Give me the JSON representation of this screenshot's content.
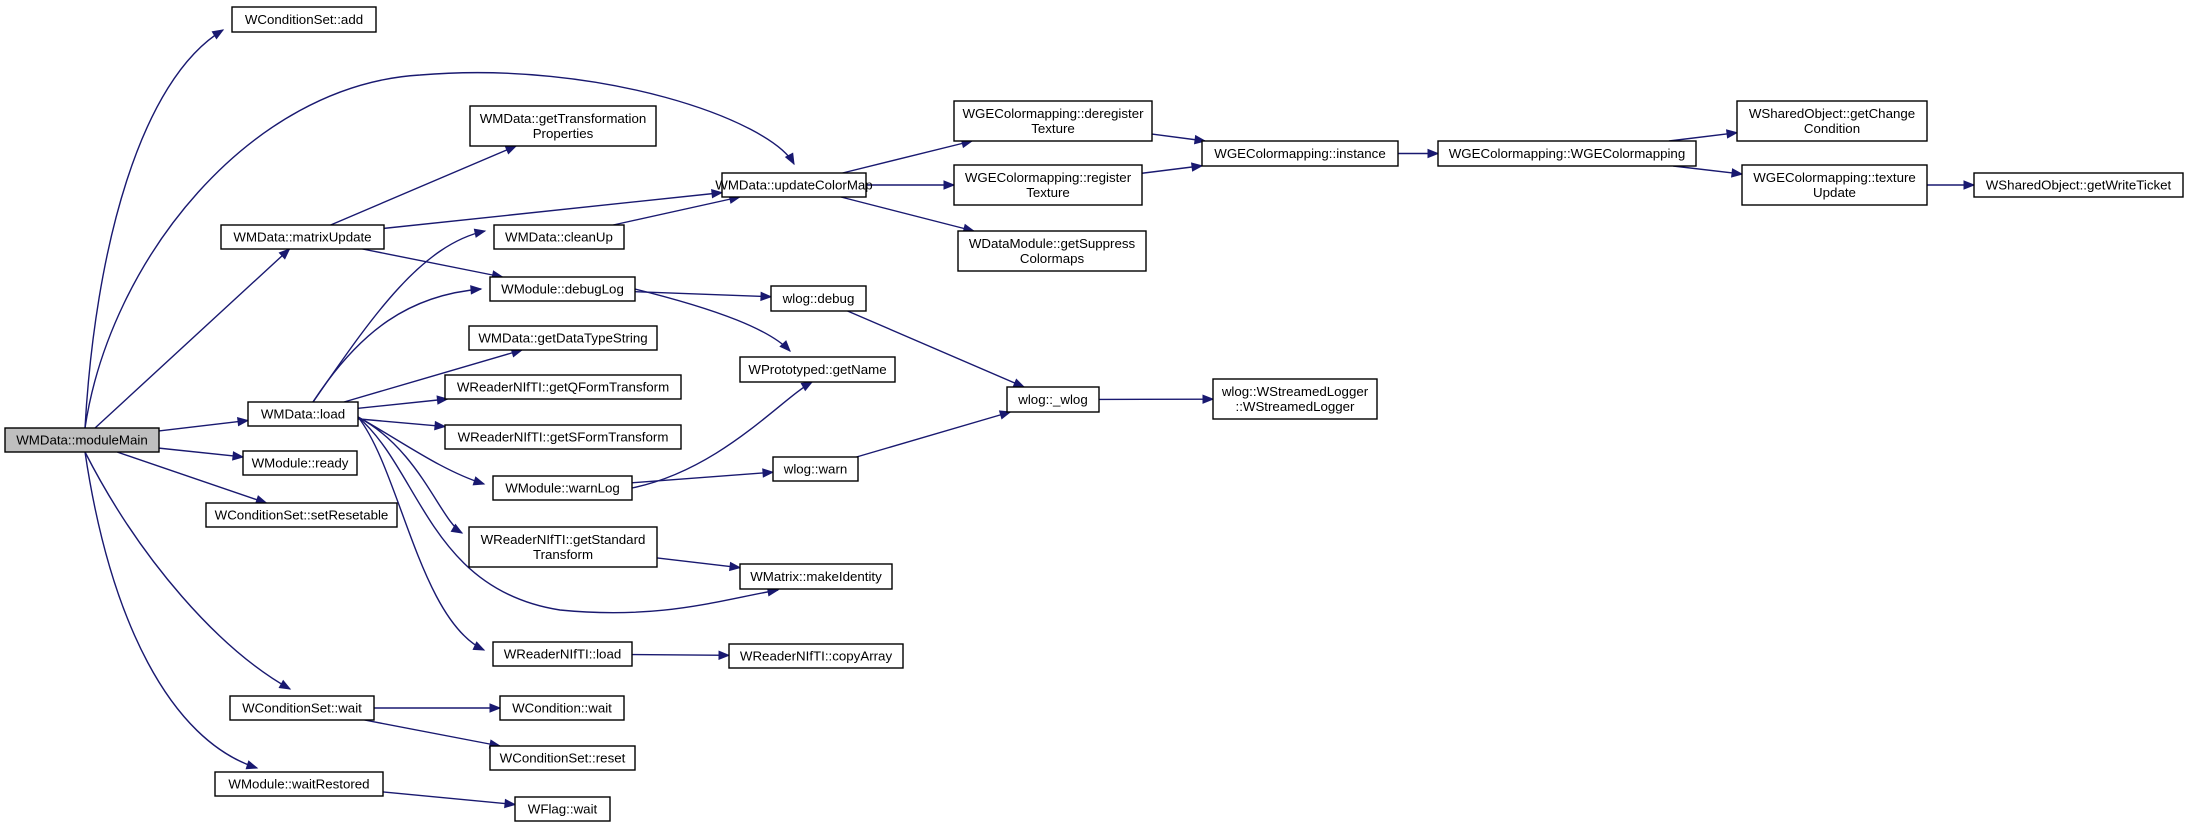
{
  "diagram": {
    "nodes": [
      {
        "id": "n0",
        "lines": [
          "WMData::moduleMain"
        ]
      },
      {
        "id": "n1",
        "lines": [
          "WConditionSet::add"
        ]
      },
      {
        "id": "n2",
        "lines": [
          "WMData::load"
        ]
      },
      {
        "id": "n3",
        "lines": [
          "WMData::matrixUpdate"
        ]
      },
      {
        "id": "n4",
        "lines": [
          "WMData::updateColorMap"
        ]
      },
      {
        "id": "n5",
        "lines": [
          "WModule::ready"
        ]
      },
      {
        "id": "n6",
        "lines": [
          "WConditionSet::setResetable"
        ]
      },
      {
        "id": "n7",
        "lines": [
          "WConditionSet::wait"
        ]
      },
      {
        "id": "n8",
        "lines": [
          "WModule::waitRestored"
        ]
      },
      {
        "id": "n9",
        "lines": [
          "WMData::cleanUp"
        ]
      },
      {
        "id": "n10",
        "lines": [
          "WModule::debugLog"
        ]
      },
      {
        "id": "n11",
        "lines": [
          "WMData::getDataTypeString"
        ]
      },
      {
        "id": "n12",
        "lines": [
          "WReaderNIfTI::getQFormTransform"
        ]
      },
      {
        "id": "n13",
        "lines": [
          "WReaderNIfTI::getSFormTransform"
        ]
      },
      {
        "id": "n14",
        "lines": [
          "WModule::warnLog"
        ]
      },
      {
        "id": "n15",
        "lines": [
          "WReaderNIfTI::getStandard",
          "Transform"
        ]
      },
      {
        "id": "n16",
        "lines": [
          "WMatrix::makeIdentity"
        ]
      },
      {
        "id": "n17",
        "lines": [
          "WReaderNIfTI::load"
        ]
      },
      {
        "id": "n18",
        "lines": [
          "WReaderNIfTI::copyArray"
        ]
      },
      {
        "id": "n19",
        "lines": [
          "WMData::getTransformation",
          "Properties"
        ]
      },
      {
        "id": "n20",
        "lines": [
          "WGEColormapping::deregister",
          "Texture"
        ]
      },
      {
        "id": "n21",
        "lines": [
          "WGEColormapping::register",
          "Texture"
        ]
      },
      {
        "id": "n22",
        "lines": [
          "WDataModule::getSuppress",
          "Colormaps"
        ]
      },
      {
        "id": "n23",
        "lines": [
          "WGEColormapping::instance"
        ]
      },
      {
        "id": "n24",
        "lines": [
          "WGEColormapping::WGEColormapping"
        ]
      },
      {
        "id": "n25",
        "lines": [
          "WSharedObject::getChange",
          "Condition"
        ]
      },
      {
        "id": "n26",
        "lines": [
          "WGEColormapping::texture",
          "Update"
        ]
      },
      {
        "id": "n27",
        "lines": [
          "WSharedObject::getWriteTicket"
        ]
      },
      {
        "id": "n28",
        "lines": [
          "wlog::debug"
        ]
      },
      {
        "id": "n29",
        "lines": [
          "WPrototyped::getName"
        ]
      },
      {
        "id": "n30",
        "lines": [
          "wlog::_wlog"
        ]
      },
      {
        "id": "n31",
        "lines": [
          "wlog::WStreamedLogger",
          "::WStreamedLogger"
        ]
      },
      {
        "id": "n32",
        "lines": [
          "wlog::warn"
        ]
      },
      {
        "id": "n33",
        "lines": [
          "WCondition::wait"
        ]
      },
      {
        "id": "n34",
        "lines": [
          "WConditionSet::reset"
        ]
      },
      {
        "id": "n35",
        "lines": [
          "WFlag::wait"
        ]
      }
    ],
    "edges": [
      {
        "from": "n0",
        "to": "n1"
      },
      {
        "from": "n0",
        "to": "n2"
      },
      {
        "from": "n0",
        "to": "n3"
      },
      {
        "from": "n0",
        "to": "n4"
      },
      {
        "from": "n0",
        "to": "n5"
      },
      {
        "from": "n0",
        "to": "n6"
      },
      {
        "from": "n0",
        "to": "n7"
      },
      {
        "from": "n0",
        "to": "n8"
      },
      {
        "from": "n2",
        "to": "n9"
      },
      {
        "from": "n2",
        "to": "n10"
      },
      {
        "from": "n2",
        "to": "n11"
      },
      {
        "from": "n2",
        "to": "n12"
      },
      {
        "from": "n2",
        "to": "n13"
      },
      {
        "from": "n2",
        "to": "n14"
      },
      {
        "from": "n2",
        "to": "n15"
      },
      {
        "from": "n2",
        "to": "n16"
      },
      {
        "from": "n2",
        "to": "n17"
      },
      {
        "from": "n3",
        "to": "n19"
      },
      {
        "from": "n3",
        "to": "n4"
      },
      {
        "from": "n3",
        "to": "n10"
      },
      {
        "from": "n9",
        "to": "n4"
      },
      {
        "from": "n4",
        "to": "n20"
      },
      {
        "from": "n4",
        "to": "n21"
      },
      {
        "from": "n4",
        "to": "n22"
      },
      {
        "from": "n20",
        "to": "n23"
      },
      {
        "from": "n21",
        "to": "n23"
      },
      {
        "from": "n23",
        "to": "n24"
      },
      {
        "from": "n24",
        "to": "n25"
      },
      {
        "from": "n24",
        "to": "n26"
      },
      {
        "from": "n26",
        "to": "n27"
      },
      {
        "from": "n10",
        "to": "n28"
      },
      {
        "from": "n10",
        "to": "n29"
      },
      {
        "from": "n28",
        "to": "n30"
      },
      {
        "from": "n30",
        "to": "n31"
      },
      {
        "from": "n14",
        "to": "n29"
      },
      {
        "from": "n14",
        "to": "n32"
      },
      {
        "from": "n32",
        "to": "n30"
      },
      {
        "from": "n15",
        "to": "n16"
      },
      {
        "from": "n17",
        "to": "n18"
      },
      {
        "from": "n7",
        "to": "n33"
      },
      {
        "from": "n7",
        "to": "n34"
      },
      {
        "from": "n8",
        "to": "n35"
      }
    ]
  },
  "colors": {
    "edge": "#191970",
    "root_fill": "#bfbfbf",
    "node_fill": "#ffffff",
    "node_border": "#000000"
  }
}
